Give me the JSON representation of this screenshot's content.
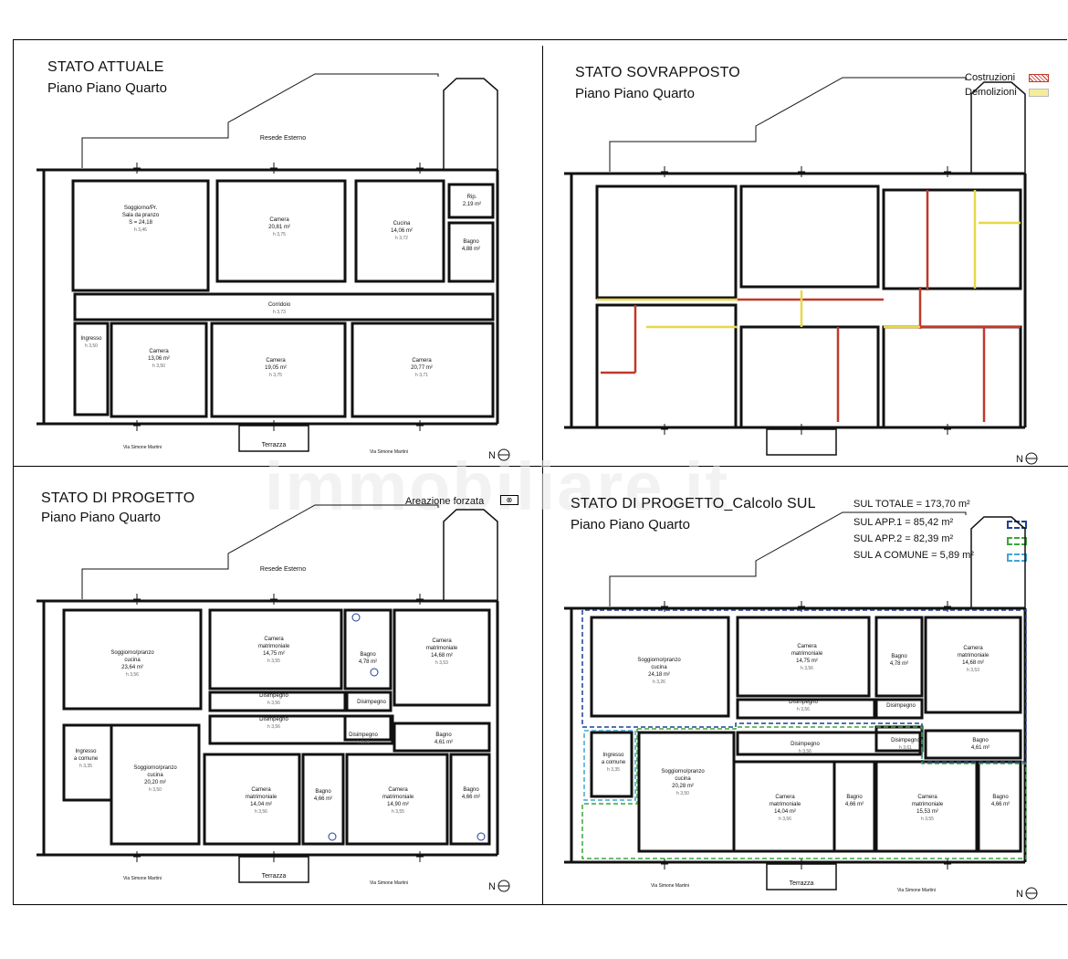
{
  "watermark": "immobiliare.it",
  "panels": {
    "tl": {
      "title": "STATO ATTUALE",
      "subtitle": "Piano Piano Quarto"
    },
    "tr": {
      "title": "STATO SOVRAPPOSTO",
      "subtitle": "Piano Piano Quarto"
    },
    "bl": {
      "title": "STATO DI PROGETTO",
      "subtitle": "Piano Piano Quarto"
    },
    "br": {
      "title": "STATO DI PROGETTO_Calcolo SUL",
      "subtitle": "Piano Piano Quarto"
    }
  },
  "legend_tr": [
    {
      "label": "Costruzioni",
      "color": "#c0392b"
    },
    {
      "label": "Demolizioni",
      "color": "#e6d84a"
    }
  ],
  "legend_bl": {
    "label": "Areazione forzata"
  },
  "legend_br": [
    {
      "label": "SUL TOTALE = 173,70 m²",
      "color": ""
    },
    {
      "label": "SUL APP.1 = 85,42 m²",
      "color": "#1f3f9a"
    },
    {
      "label": "SUL APP.2 = 82,39 m²",
      "color": "#3aa63a"
    },
    {
      "label": "SUL A COMUNE = 5,89 m²",
      "color": "#3fa7d6"
    }
  ],
  "north": "N",
  "street": "Via Simone Martini",
  "terrazza": "Terrazza",
  "resede": "Resede Esterno",
  "rooms_tl": [
    {
      "name": "Soggiorno/Pr.",
      "l2": "Sala da pranzo",
      "area": "S = 24,18",
      "h": "h 3,46"
    },
    {
      "name": "Camera",
      "l2": "",
      "area": "20,81 m²",
      "h": "h 3,75"
    },
    {
      "name": "Cucina",
      "l2": "",
      "area": "14,06 m²",
      "h": "h 3,72"
    },
    {
      "name": "Rip.",
      "l2": "",
      "area": "2,19 m²",
      "h": ""
    },
    {
      "name": "Bagno",
      "l2": "",
      "area": "4,88 m²",
      "h": ""
    },
    {
      "name": "Corridoio",
      "l2": "",
      "area": "",
      "h": "h 3,73"
    },
    {
      "name": "Ingresso",
      "l2": "",
      "area": "",
      "h": "h 3,50"
    },
    {
      "name": "Camera",
      "l2": "",
      "area": "13,06 m²",
      "h": "h 3,50"
    },
    {
      "name": "Camera",
      "l2": "",
      "area": "19,05 m²",
      "h": "h 3,75"
    },
    {
      "name": "Camera",
      "l2": "",
      "area": "20,77 m²",
      "h": "h 3,71"
    }
  ],
  "rooms_bl": [
    {
      "name": "Soggiorno/pranzo",
      "l2": "cucina",
      "area": "23,64 m²",
      "h": "h 3,56"
    },
    {
      "name": "Camera",
      "l2": "matrimoniale",
      "area": "14,75 m²",
      "h": "h 3,55"
    },
    {
      "name": "Bagno",
      "l2": "",
      "area": "4,78 m²",
      "h": ""
    },
    {
      "name": "Camera",
      "l2": "matrimoniale",
      "area": "14,68 m²",
      "h": "h 3,53"
    },
    {
      "name": "Disimpegno",
      "l2": "",
      "area": "",
      "h": "h 3,56"
    },
    {
      "name": "Disimpegno",
      "l2": "",
      "area": "",
      "h": ""
    },
    {
      "name": "Disimpegno",
      "l2": "",
      "area": "",
      "h": "h 3,56"
    },
    {
      "name": "Disimpegno",
      "l2": "",
      "area": "",
      "h": "h 3,61"
    },
    {
      "name": "Bagno",
      "l2": "",
      "area": "4,61 m²",
      "h": ""
    },
    {
      "name": "Ingresso",
      "l2": "a comune",
      "area": "",
      "h": "h 3,35"
    },
    {
      "name": "Soggiorno/pranzo",
      "l2": "cucina",
      "area": "20,20 m²",
      "h": "h 3,50"
    },
    {
      "name": "Camera",
      "l2": "matrimoniale",
      "area": "14,04 m²",
      "h": "h 3,56"
    },
    {
      "name": "Bagno",
      "l2": "",
      "area": "4,66 m²",
      "h": ""
    },
    {
      "name": "Camera",
      "l2": "matrimoniale",
      "area": "14,90 m²",
      "h": "h 3,55"
    },
    {
      "name": "Bagno",
      "l2": "",
      "area": "4,66 m²",
      "h": ""
    }
  ],
  "rooms_br": [
    {
      "name": "Soggiorno/pranzo",
      "l2": "cucina",
      "area": "24,18 m²",
      "h": "h 3,26"
    },
    {
      "name": "Camera",
      "l2": "matrimoniale",
      "area": "14,75 m²",
      "h": "h 3,56"
    },
    {
      "name": "Bagno",
      "l2": "",
      "area": "4,78 m²",
      "h": ""
    },
    {
      "name": "Camera",
      "l2": "matrimoniale",
      "area": "14,68 m²",
      "h": "h 3,53"
    },
    {
      "name": "Disimpegno",
      "l2": "",
      "area": "",
      "h": "h 3,56"
    },
    {
      "name": "Disimpegno",
      "l2": "",
      "area": "",
      "h": ""
    },
    {
      "name": "Disimpegno",
      "l2": "",
      "area": "",
      "h": "h 3,56"
    },
    {
      "name": "Disimpegno",
      "l2": "",
      "area": "",
      "h": "h 3,61"
    },
    {
      "name": "Bagno",
      "l2": "",
      "area": "4,61 m²",
      "h": ""
    },
    {
      "name": "Ingresso",
      "l2": "a comune",
      "area": "",
      "h": "h 3,35"
    },
    {
      "name": "Soggiorno/pranzo",
      "l2": "cucina",
      "area": "20,28 m²",
      "h": "h 3,50"
    },
    {
      "name": "Camera",
      "l2": "matrimoniale",
      "area": "14,04 m²",
      "h": "h 3,56"
    },
    {
      "name": "Bagno",
      "l2": "",
      "area": "4,66 m²",
      "h": ""
    },
    {
      "name": "Camera",
      "l2": "matrimoniale",
      "area": "15,53 m²",
      "h": "h 3,55"
    },
    {
      "name": "Bagno",
      "l2": "",
      "area": "4,66 m²",
      "h": ""
    }
  ],
  "rooms_tr": []
}
